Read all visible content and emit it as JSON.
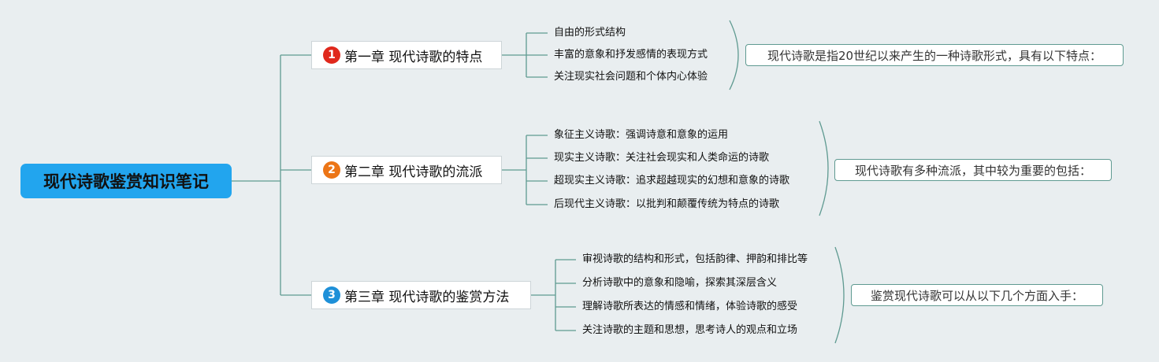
{
  "root": {
    "title": "现代诗歌鉴赏知识笔记"
  },
  "colors": {
    "root_fill": "#22a5ee",
    "line": "#5f9a91",
    "badge_1": "#e0281c",
    "badge_2": "#ec7516",
    "badge_3": "#1e90d8"
  },
  "chapters": [
    {
      "number": "1",
      "title": "第一章 现代诗歌的特点",
      "items": [
        "自由的形式结构",
        "丰富的意象和抒发感情的表现方式",
        "关注现实社会问题和个体内心体验"
      ],
      "summary": "现代诗歌是指20世纪以来产生的一种诗歌形式，具有以下特点："
    },
    {
      "number": "2",
      "title": "第二章 现代诗歌的流派",
      "items": [
        "象征主义诗歌：强调诗意和意象的运用",
        "现实主义诗歌：关注社会现实和人类命运的诗歌",
        "超现实主义诗歌：追求超越现实的幻想和意象的诗歌",
        "后现代主义诗歌：以批判和颠覆传统为特点的诗歌"
      ],
      "summary": "现代诗歌有多种流派，其中较为重要的包括："
    },
    {
      "number": "3",
      "title": "第三章 现代诗歌的鉴赏方法",
      "items": [
        "审视诗歌的结构和形式，包括韵律、押韵和排比等",
        "分析诗歌中的意象和隐喻，探索其深层含义",
        "理解诗歌所表达的情感和情绪，体验诗歌的感受",
        "关注诗歌的主题和思想，思考诗人的观点和立场"
      ],
      "summary": "鉴赏现代诗歌可以从以下几个方面入手："
    }
  ]
}
